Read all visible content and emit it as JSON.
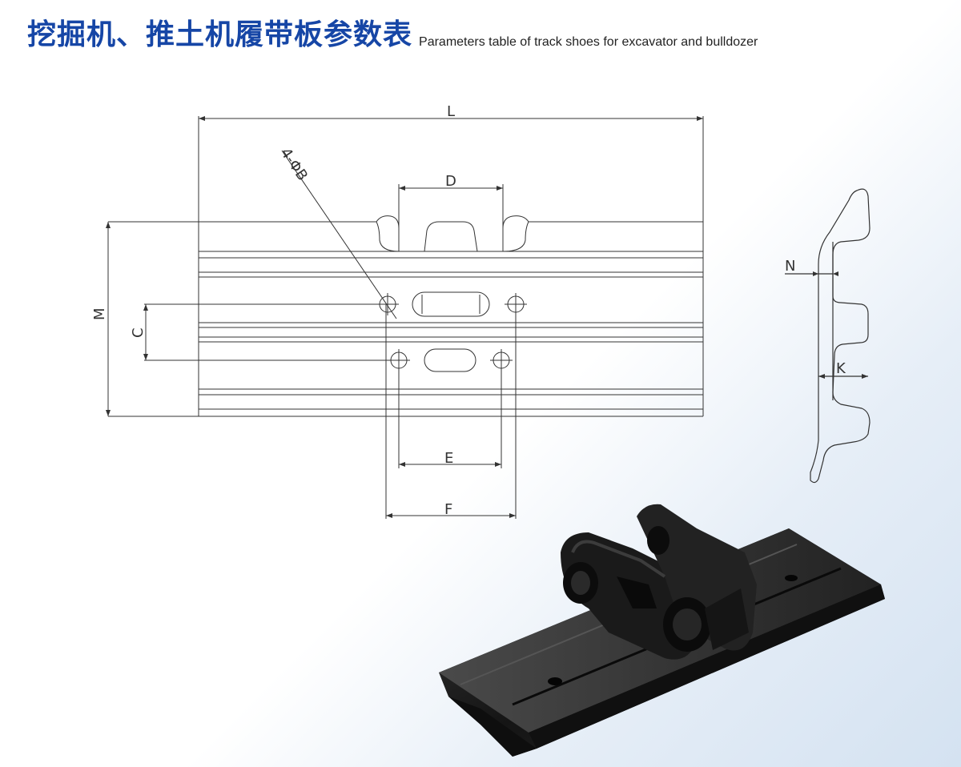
{
  "title": {
    "cn": "挖掘机、推土机履带板参数表",
    "en": "Parameters table of track shoes for excavator  and bulldozer"
  },
  "labels": {
    "L": "L",
    "D": "D",
    "hole": "4-ΦB",
    "M": "M",
    "C": "C",
    "E": "E",
    "F": "F",
    "N": "N",
    "K": "K"
  },
  "colors": {
    "title": "#1646a6",
    "line": "#333333",
    "shoe": "#1c1c1c"
  }
}
